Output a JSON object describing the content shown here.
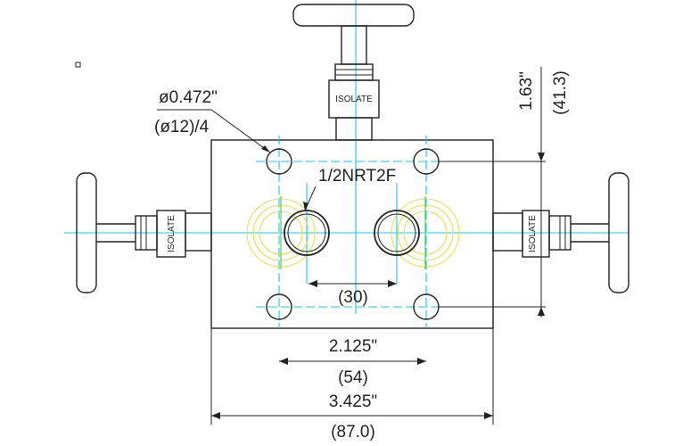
{
  "drawing": {
    "labels": {
      "hole_diameter_inch": "ø0.472\"",
      "hole_diameter_metric": "(ø12)/4",
      "port_thread": "1/2NRT2F",
      "port_spacing_metric": "(30)",
      "hole_spacing_inch": "2.125\"",
      "hole_spacing_metric": "(54)",
      "block_width_inch": "3.425\"",
      "block_width_metric": "(87.0)",
      "hole_vertical_inch": "1.63\"",
      "hole_vertical_metric": "(41.3)"
    },
    "valve_tags": {
      "top": "ISOLATE",
      "left": "ISOLATE",
      "right": "ISOLATE"
    },
    "colors": {
      "outline": "#222222",
      "centerline": "#17c7ef",
      "thread_circle": "#e6e04a",
      "secondary_centerline": "#2ed34f"
    }
  }
}
